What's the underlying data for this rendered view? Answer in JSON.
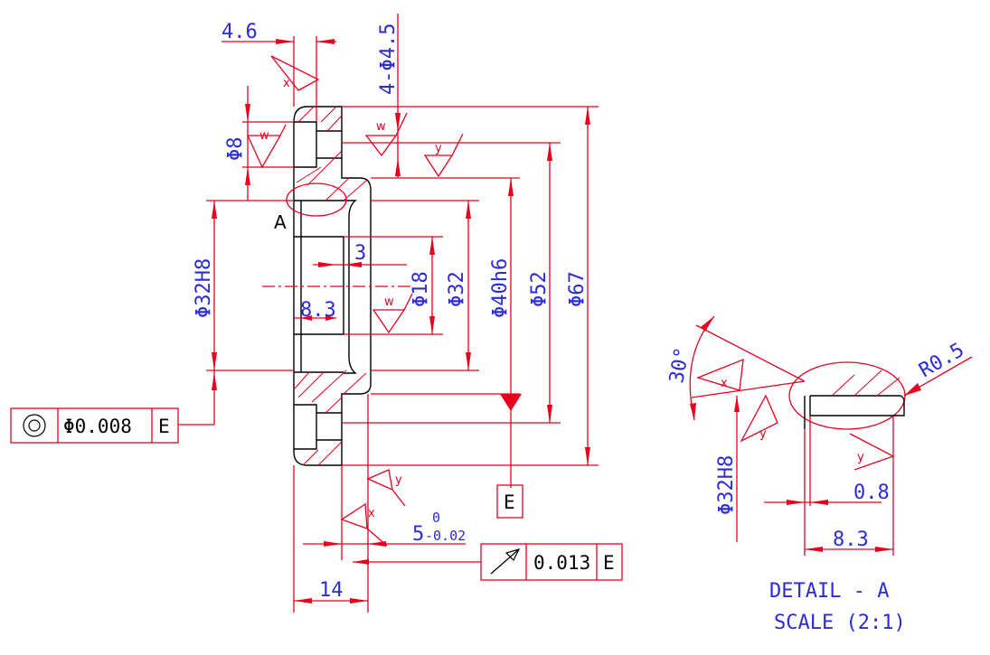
{
  "dimensions": {
    "d4_6": "4.6",
    "holes": "4-Φ4.5",
    "d8": "Φ8",
    "d32h8": "Φ32H8",
    "d3": "3",
    "d18": "Φ18",
    "d32": "Φ32",
    "d40h6": "Φ40h6",
    "d52": "Φ52",
    "d67": "Φ67",
    "d8_3": "8.3",
    "d14": "14",
    "d5_base": "5",
    "d5_upper": "0",
    "d5_lower": "-0.02"
  },
  "roughness": {
    "w": "w",
    "x": "x",
    "y": "y"
  },
  "section_label": "A",
  "datum_label": "E",
  "fcf_concentricity": {
    "symbol": "concentricity-symbol",
    "tolerance": "Φ0.008",
    "datum": "E"
  },
  "fcf_runout": {
    "symbol": "runout-arrow-symbol",
    "tolerance": "0.013",
    "datum": "E"
  },
  "detail": {
    "angle": "30°",
    "radius": "R0.5",
    "dia": "Φ32H8",
    "dim_0_8": "0.8",
    "dim_8_3": "8.3",
    "title": "DETAIL - A",
    "scale": "SCALE (2:1)"
  }
}
